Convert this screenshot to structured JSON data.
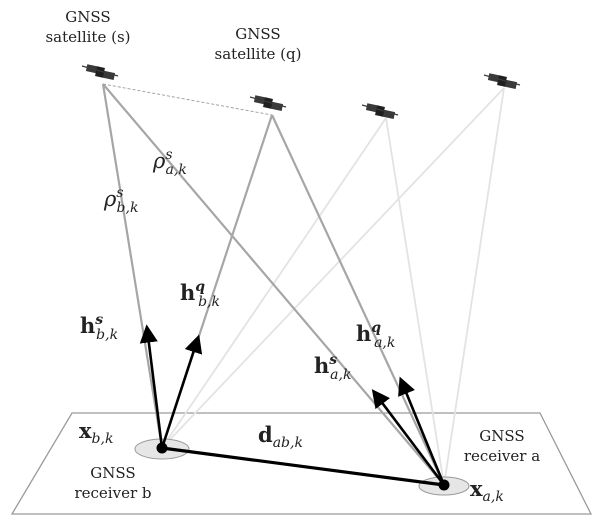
{
  "labels": {
    "sat_s_line1": "GNSS",
    "sat_s_line2": "satellite (s)",
    "sat_q_line1": "GNSS",
    "sat_q_line2": "satellite (q)",
    "rx_a_line1": "GNSS",
    "rx_a_line2": "receiver a",
    "rx_b_line1": "GNSS",
    "rx_b_line2": "receiver b"
  },
  "symbols": {
    "rho_b": {
      "base": "ρ",
      "sup": "s",
      "sub": "b,k"
    },
    "rho_a": {
      "base": "ρ",
      "sup": "s",
      "sub": "a,k"
    },
    "h_b_s": {
      "base": "h",
      "sup": "s",
      "sub": "b,k"
    },
    "h_b_q": {
      "base": "h",
      "sup": "q",
      "sub": "b,k"
    },
    "h_a_s": {
      "base": "h",
      "sup": "s",
      "sub": "a,k"
    },
    "h_a_q": {
      "base": "h",
      "sup": "q",
      "sub": "a,k"
    },
    "x_b": {
      "base": "x",
      "sub": "b,k"
    },
    "x_a": {
      "base": "x",
      "sub": "a,k"
    },
    "d_ab": {
      "base": "d",
      "sub": "ab,k"
    }
  },
  "colors": {
    "line_dark": "#000000",
    "line_mid": "#a6a6a6",
    "line_faint": "#e3e3e3",
    "plane": "#9a9a9a",
    "ellipse_fill": "#e6e6e6",
    "satellite": "#3a3a3a"
  },
  "icons": [
    "satellite-icon",
    "receiver-marker"
  ]
}
